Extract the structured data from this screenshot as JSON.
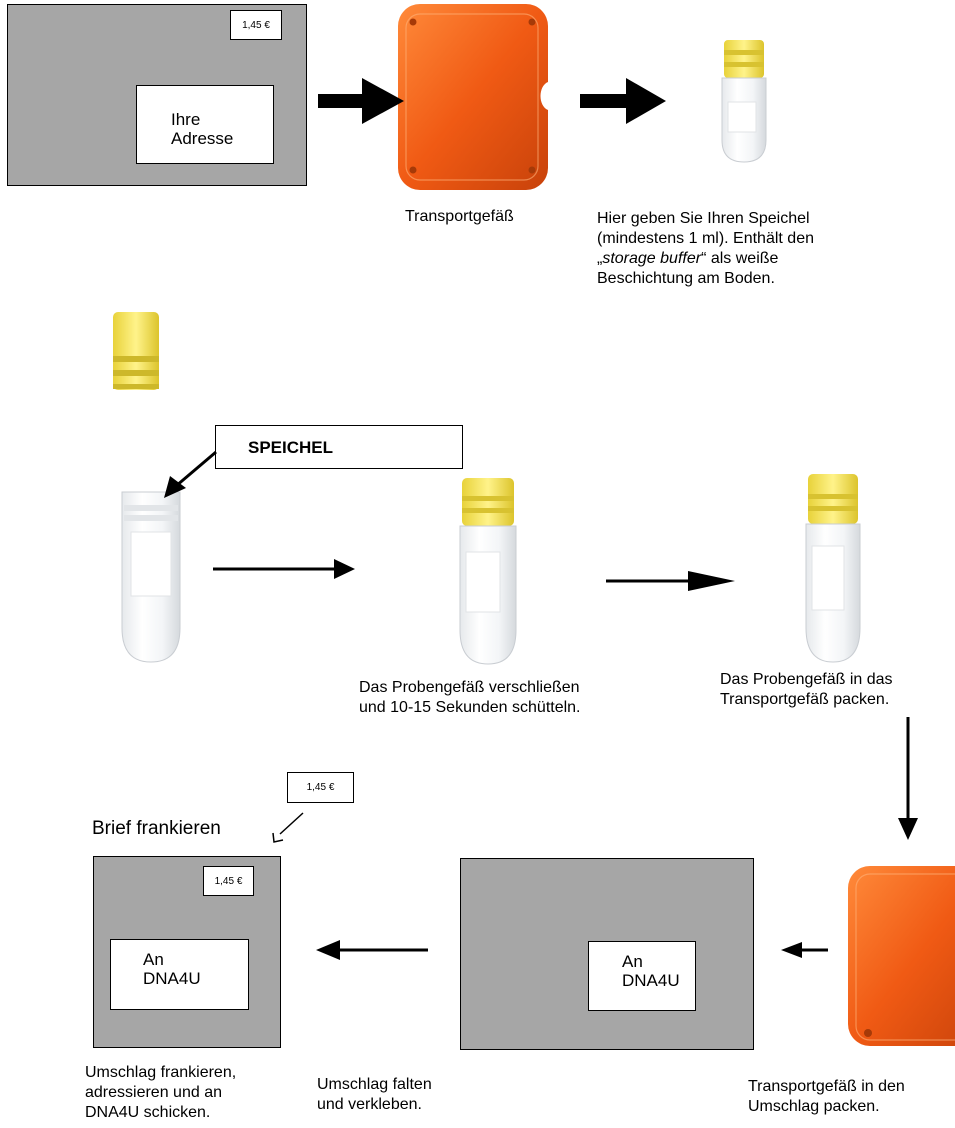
{
  "envelope1": {
    "stamp": "1,45 €",
    "address_line1": "Ihre",
    "address_line2": "Adresse"
  },
  "captions": {
    "transport": "Transportgefäß",
    "spit_line1": "Hier geben Sie Ihren Speichel",
    "spit_line2": "(mindestens 1 ml). Enthält den",
    "spit_line3_open": "„",
    "spit_line3_italic": "storage buffer",
    "spit_line3_rest": "“ als weiße",
    "spit_line4": "Beschichtung am Boden.",
    "close_line1": "Das Probengefäß verschließen",
    "close_line2": "und 10-15 Sekunden schütteln.",
    "pack_line1": "Das Probengefäß in das",
    "pack_line2": "Transportgefäß packen.",
    "frank_title": "Brief frankieren",
    "send_line1": "Umschlag frankieren,",
    "send_line2": "adressieren und an",
    "send_line3": "DNA4U schicken.",
    "fold_line1": "Umschlag falten",
    "fold_line2": "und verkleben.",
    "envpack_line1": "Transportgefäß in den",
    "envpack_line2": "Umschlag packen."
  },
  "speichel_label": "SPEICHEL",
  "stamp_small": "1,45 €",
  "envelope_final": {
    "stamp": "1,45 €",
    "address_line1": "An",
    "address_line2": "DNA4U"
  },
  "envelope_mid": {
    "address_line1": "An",
    "address_line2": "DNA4U"
  },
  "colors": {
    "envelope": "#a6a6a6",
    "transport_box": "#f05a14",
    "cap": "#f2e24a"
  }
}
